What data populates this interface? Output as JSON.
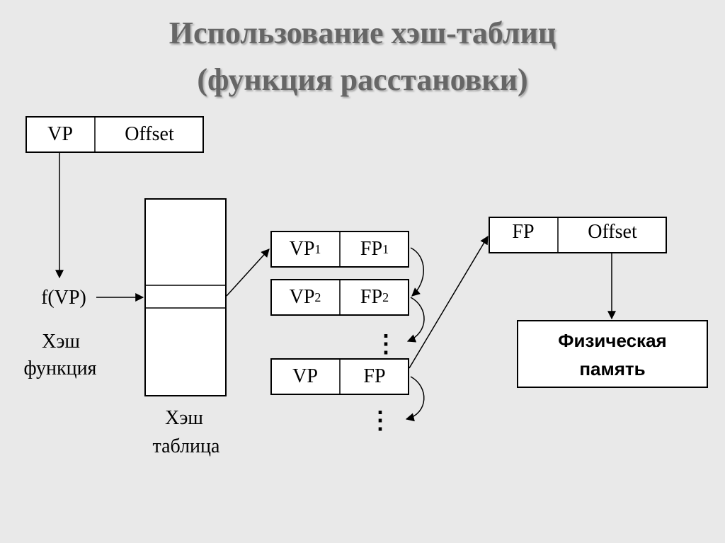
{
  "title": {
    "line1": "Использование хэш-таблиц",
    "line2": "(функция расстановки)"
  },
  "virtual_address": {
    "vp": "VP",
    "offset": "Offset"
  },
  "hash_function": {
    "call": "f(VP)",
    "label_line1": "Хэш",
    "label_line2": "функция"
  },
  "hash_table": {
    "label_line1": "Хэш",
    "label_line2": "таблица"
  },
  "chain": [
    {
      "vp": "VP",
      "vp_sub": "1",
      "fp": "FP",
      "fp_sub": "1"
    },
    {
      "vp": "VP",
      "vp_sub": "2",
      "fp": "FP",
      "fp_sub": "2"
    },
    {
      "vp": "VP",
      "vp_sub": "",
      "fp": "FP",
      "fp_sub": ""
    }
  ],
  "ellipsis": "⋮",
  "physical_address": {
    "fp": "FP",
    "offset": "Offset"
  },
  "physical_memory": {
    "line1": "Физическая",
    "line2": "память"
  }
}
